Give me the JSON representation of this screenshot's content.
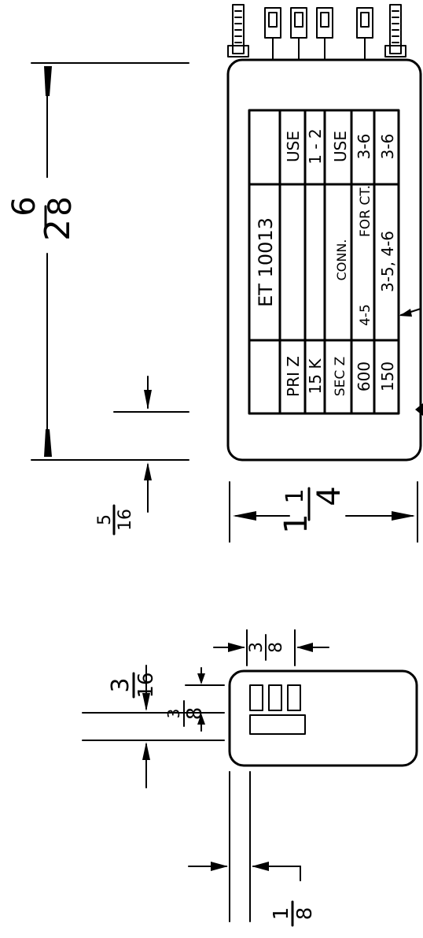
{
  "colors": {
    "ink": "#000000",
    "paper": "#ffffff"
  },
  "dimensions": {
    "height_whole": "2",
    "height_num": "6",
    "height_den": "8",
    "offset_num": "5",
    "offset_den": "16",
    "width_whole": "1",
    "width_num": "1",
    "width_den": "4",
    "top_offset_num": "3",
    "top_offset_den": "8",
    "side_a_num": "3",
    "side_a_den": "16",
    "side_b_num": "3",
    "side_b_den": "8",
    "bottom_num": "1",
    "bottom_den": "8"
  },
  "label_table": {
    "part_number": "ET 10013",
    "pri_label": "PRI Z",
    "pri_value": "15 K",
    "pri_use_label": "USE",
    "pri_use_value": "1 - 2",
    "sec_label": "SEC Z",
    "sec_value_1": "600",
    "sec_value_2": "150",
    "conn_label": "CONN.",
    "for_ct_label": "FOR CT.",
    "conn_1": "4-5",
    "conn_2": "3-5,  4-6",
    "sec_use_label": "USE",
    "sec_use_1": "3-6",
    "sec_use_2": "3-6"
  }
}
